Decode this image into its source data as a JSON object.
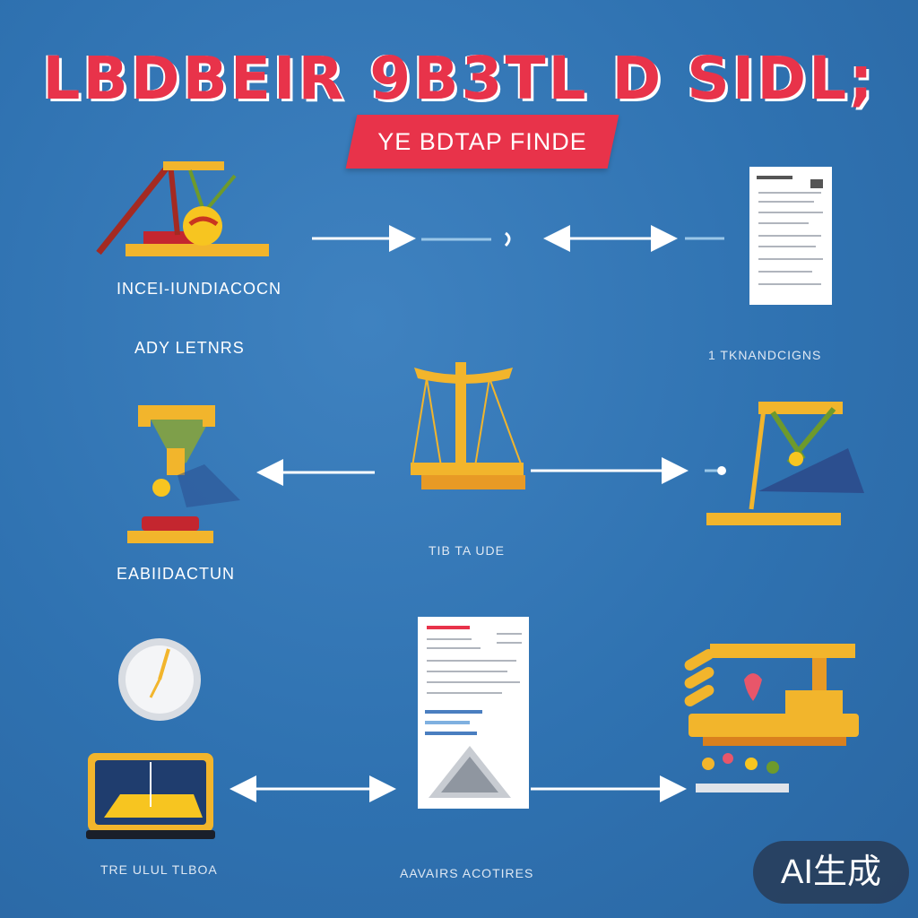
{
  "header": {
    "title": "LBDBEIR  9B3TL D SIDL;",
    "banner": "YE BDTAP FINDE"
  },
  "labels": {
    "top_left_1": "INCEI-IUNDIACOCN",
    "top_left_2": "ADY LETNRS",
    "top_right": "1 TKNANDCIGNS",
    "middle_left": "EABIIDACTUN",
    "middle_center": "TIB TA UDE",
    "bottom_left": "TRE ULUL TLBOA",
    "bottom_center": "AAVAIRS ACOTIRES"
  },
  "watermark": "AI生成",
  "colors": {
    "background": "#2f72b1",
    "accent_red": "#e8334a",
    "gold": "#f2b52c",
    "arrow": "#ffffff"
  }
}
